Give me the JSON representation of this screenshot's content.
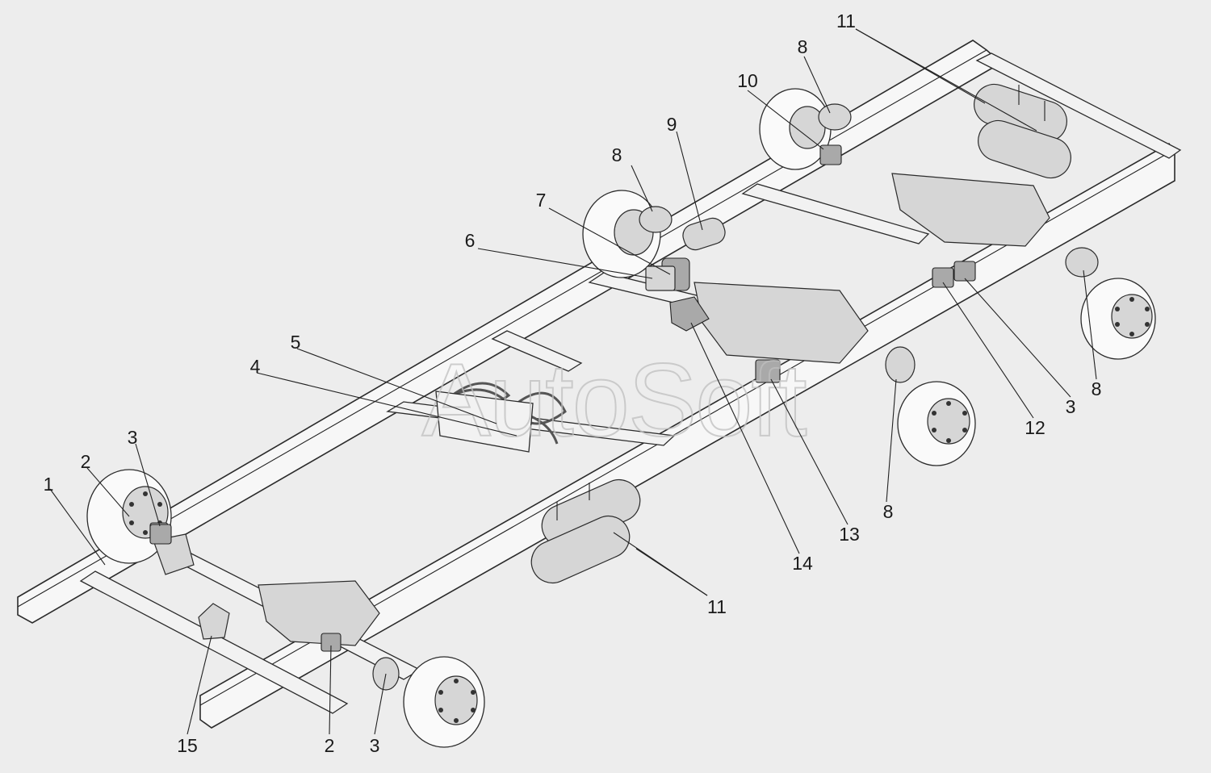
{
  "watermark": "AutoSoft",
  "callouts": {
    "c1": "1",
    "c2a": "2",
    "c2b": "2",
    "c3a": "3",
    "c3b": "3",
    "c3c": "3",
    "c4": "4",
    "c5": "5",
    "c6": "6",
    "c7": "7",
    "c8a": "8",
    "c8b": "8",
    "c8c": "8",
    "c8d": "8",
    "c9": "9",
    "c10": "10",
    "c11a": "11",
    "c11b": "11",
    "c12": "12",
    "c13": "13",
    "c14": "14",
    "c15": "15"
  }
}
